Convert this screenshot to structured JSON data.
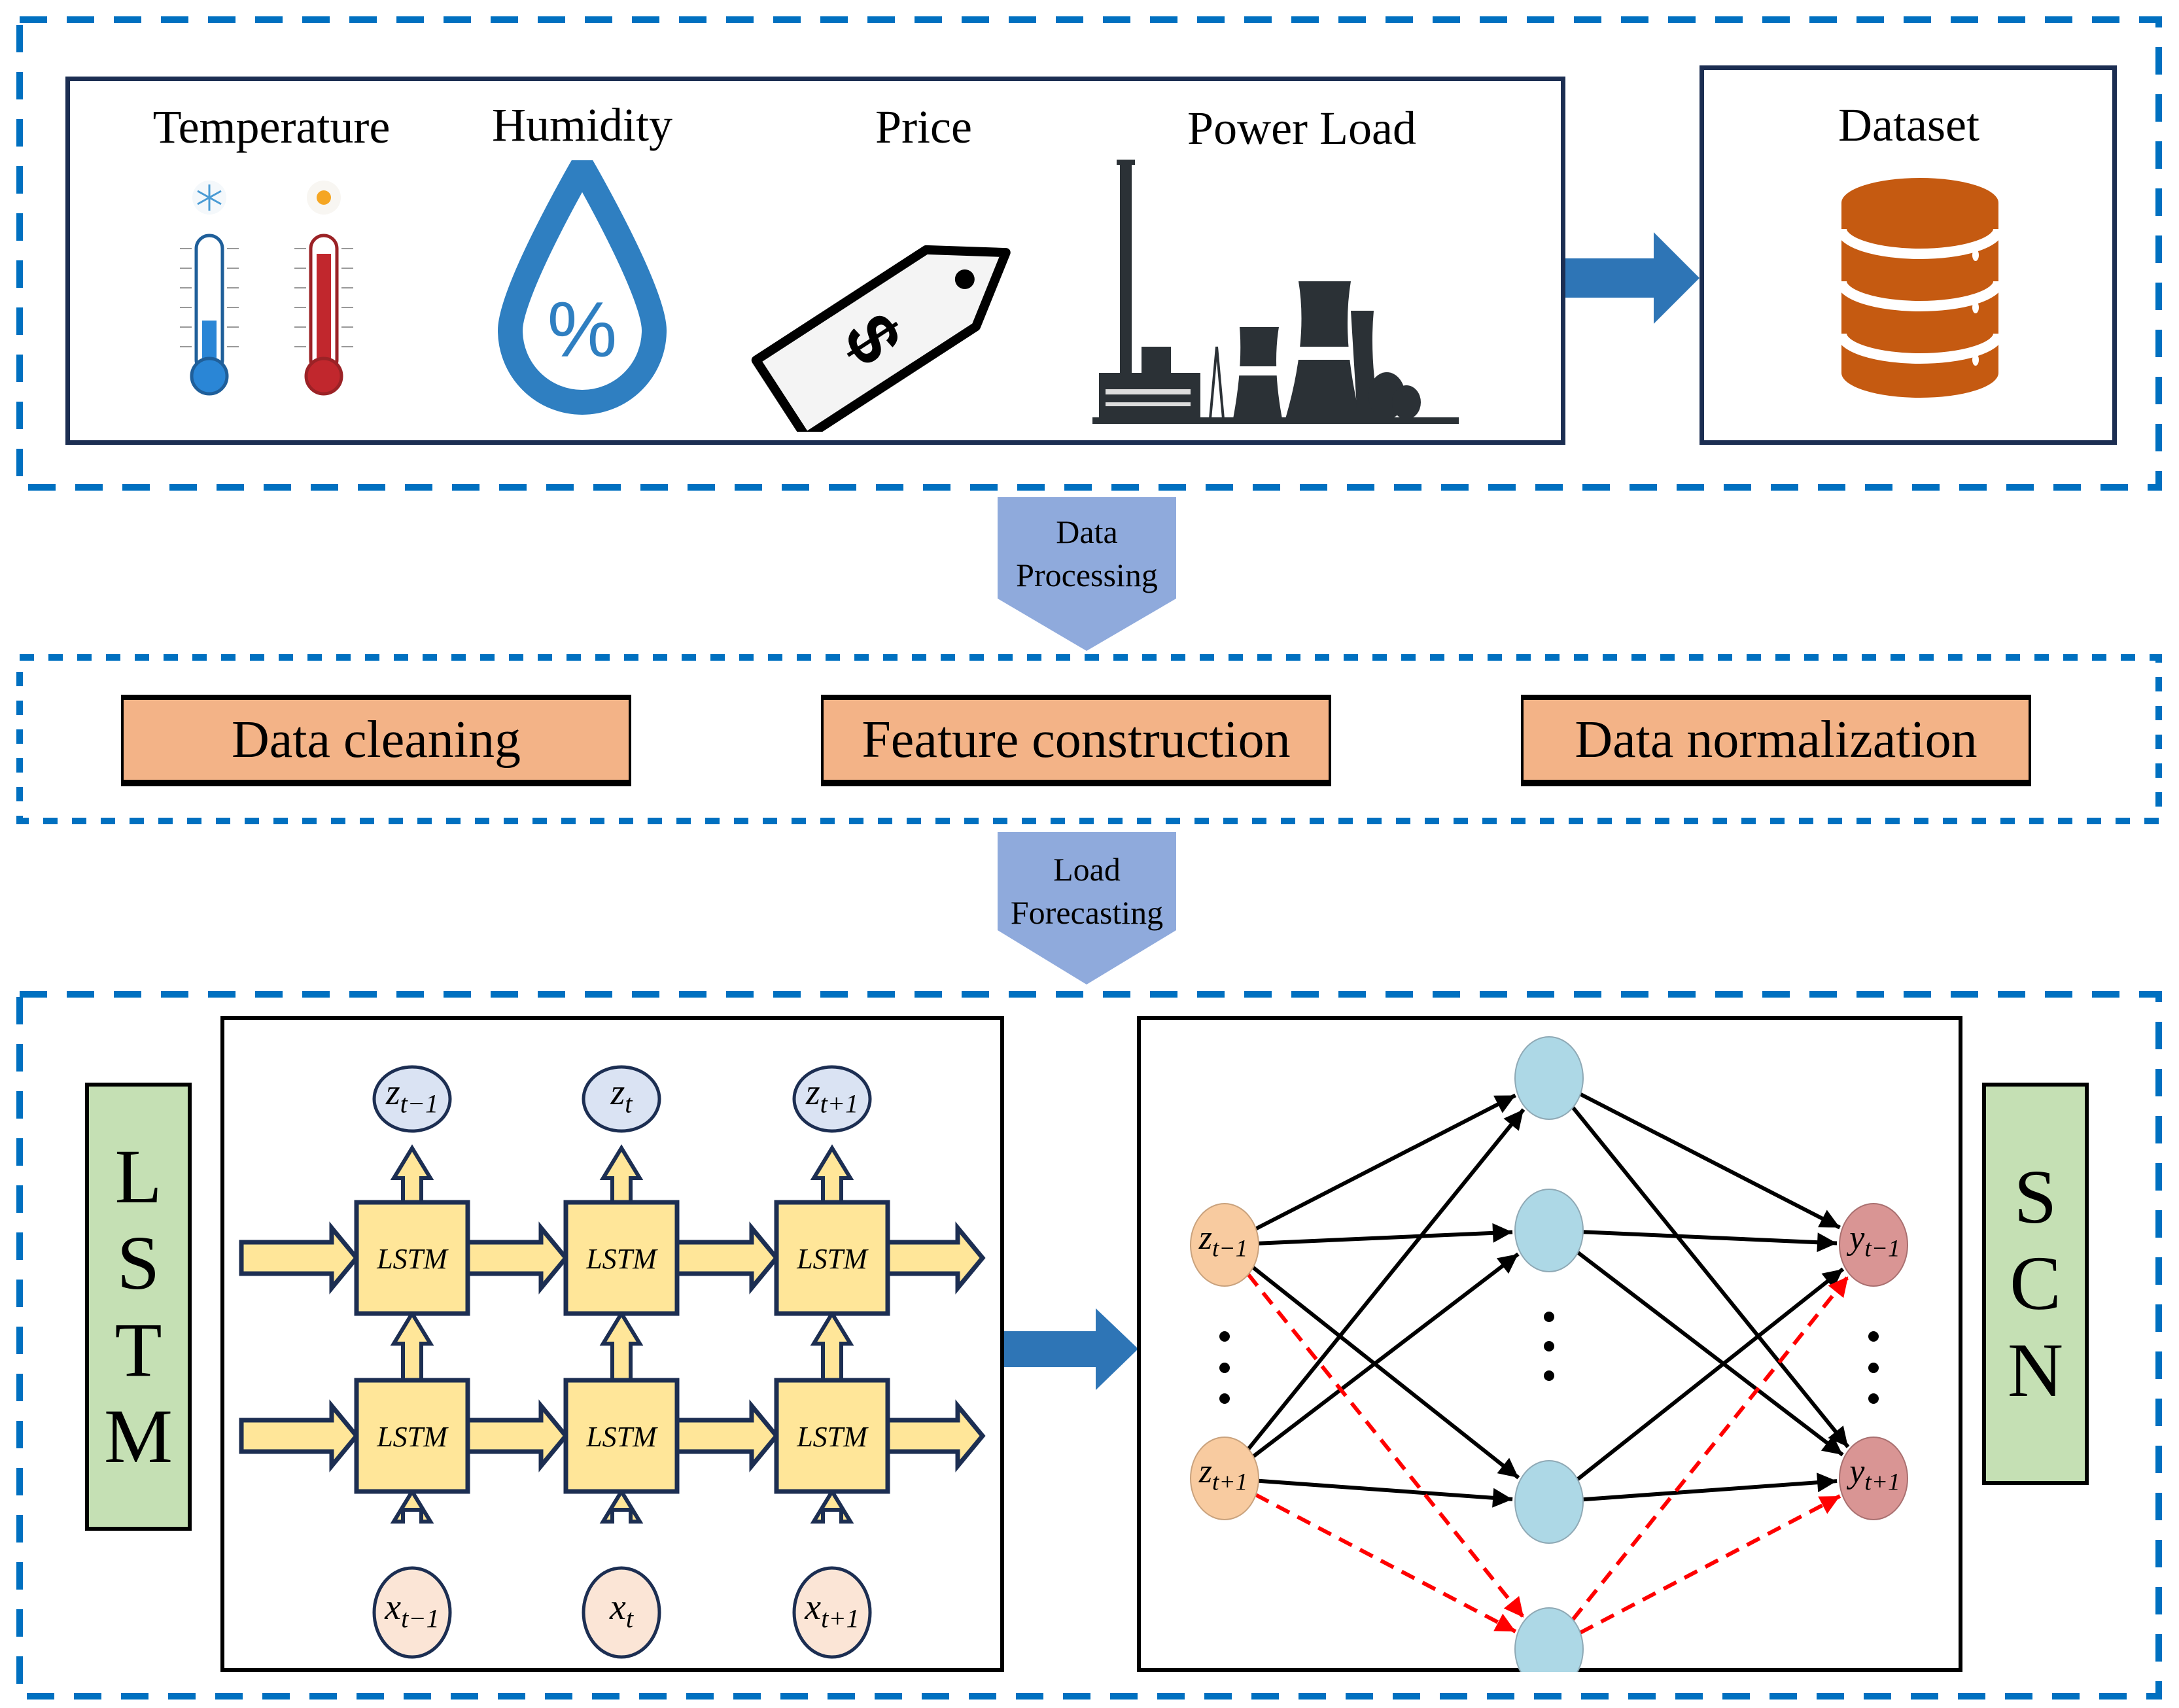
{
  "sources": {
    "items": [
      {
        "label": "Temperature",
        "icon": "thermometer-icon"
      },
      {
        "label": "Humidity",
        "icon": "humidity-drop-icon"
      },
      {
        "label": "Price",
        "icon": "price-tag-icon"
      },
      {
        "label": "Power Load",
        "icon": "power-plant-icon"
      }
    ],
    "humidity_symbol": "%",
    "price_symbol": "$"
  },
  "dataset": {
    "label": "Dataset",
    "icon": "database-icon"
  },
  "stage_arrows": {
    "processing": {
      "line1": "Data",
      "line2": "Processing"
    },
    "forecasting": {
      "line1": "Load",
      "line2": "Forecasting"
    }
  },
  "processing_steps": [
    "Data cleaning",
    "Feature construction",
    "Data normalization"
  ],
  "lstm": {
    "side_label": [
      "L",
      "S",
      "T",
      "M"
    ],
    "cell_label": "LSTM",
    "outputs": [
      {
        "base": "z",
        "sub": "t−1"
      },
      {
        "base": "z",
        "sub": "t"
      },
      {
        "base": "z",
        "sub": "t+1"
      }
    ],
    "inputs": [
      {
        "base": "x",
        "sub": "t−1"
      },
      {
        "base": "x",
        "sub": "t"
      },
      {
        "base": "x",
        "sub": "t+1"
      }
    ]
  },
  "scn": {
    "side_label": [
      "S",
      "C",
      "N"
    ],
    "inputs": [
      {
        "base": "z",
        "sub": "t−1"
      },
      {
        "base": "z",
        "sub": "t+1"
      }
    ],
    "outputs": [
      {
        "base": "y",
        "sub": "t−1"
      },
      {
        "base": "y",
        "sub": "t+1"
      }
    ],
    "ellipsis": "⋮"
  },
  "colors": {
    "dash_blue": "#0070c0",
    "arrow_blue": "#2e75b6",
    "chevron_blue": "#8faadc",
    "process_orange": "#f3b387",
    "label_green": "#c5e0b4",
    "lstm_yellow": "#ffe699",
    "z_node": "#dae3f3",
    "x_node": "#fbe5d6",
    "hidden_node": "#add8e6",
    "scn_input": "#f8cba0",
    "scn_output": "#d99594",
    "db_orange": "#c55a11",
    "red_dashed": "#ff0000"
  }
}
